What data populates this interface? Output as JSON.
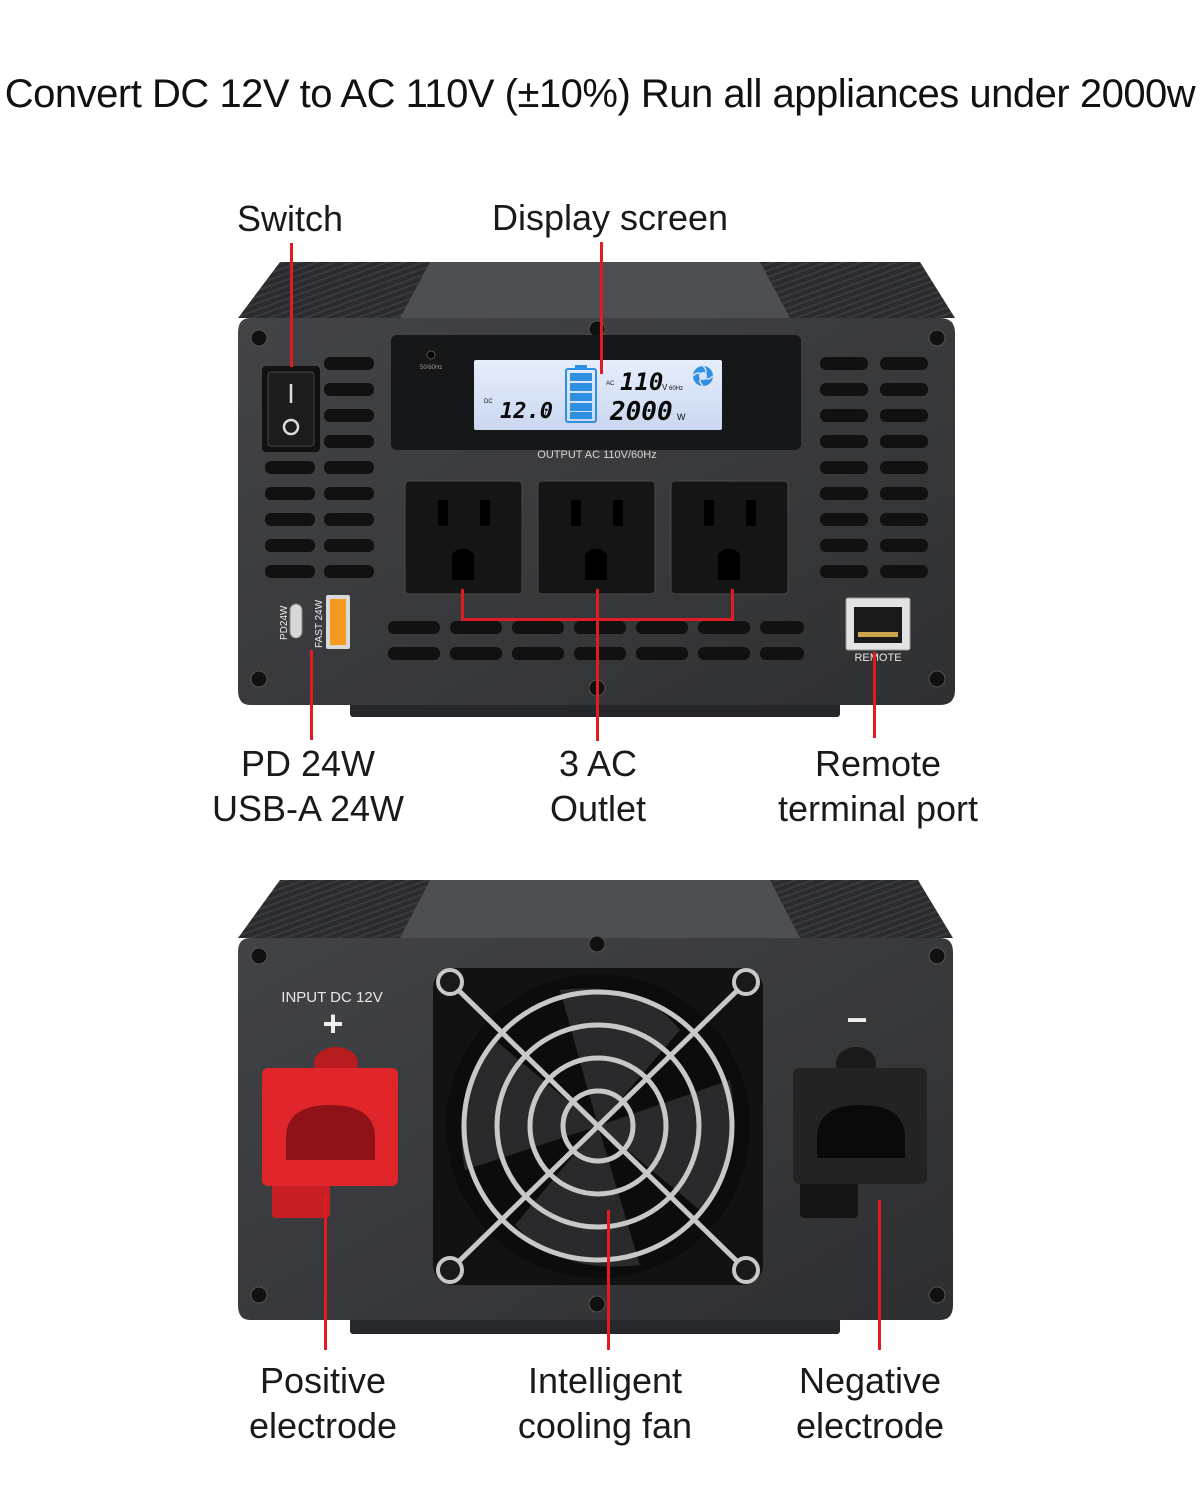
{
  "headline": "Convert DC 12V to AC 110V (±10%) Run all appliances under 2000w",
  "front_panel": {
    "callouts": {
      "switch": "Switch",
      "display": "Display screen",
      "usb_line1": "PD  24W",
      "usb_line2": "USB-A  24W",
      "outlet_line1": "3 AC",
      "outlet_line2": "Outlet",
      "remote_line1": "Remote",
      "remote_line2": "terminal port"
    },
    "panel_text": {
      "freq_switch": "50/60Hz",
      "dc_tag": "DC",
      "ac_tag": "AC",
      "dc_voltage": "12.0",
      "dc_unit": "V",
      "ac_voltage": "110",
      "ac_unit": "V",
      "ac_freq": "60Hz",
      "power": "2000",
      "power_unit": "W",
      "output_label": "OUTPUT AC 110V/60Hz",
      "usb_c_label": "PD24W",
      "usb_a_label": "FAST 24W",
      "remote_label": "REMOTE"
    }
  },
  "rear_panel": {
    "callouts": {
      "positive_line1": "Positive",
      "positive_line2": "electrode",
      "fan_line1": "Intelligent",
      "fan_line2": "cooling fan",
      "negative_line1": "Negative",
      "negative_line2": "electrode"
    },
    "panel_text": {
      "input_label": "INPUT DC 12V",
      "plus_sign": "+",
      "minus_sign": "−"
    }
  },
  "colors": {
    "pointer": "#e11b22",
    "body": "#3b3c3e",
    "lcd_background": "#d9e4f7",
    "lcd_digits": "#0a0a0a",
    "battery_bars": "#2f8fe0",
    "positive_clamp": "#e0262b",
    "negative_clamp": "#202020"
  }
}
